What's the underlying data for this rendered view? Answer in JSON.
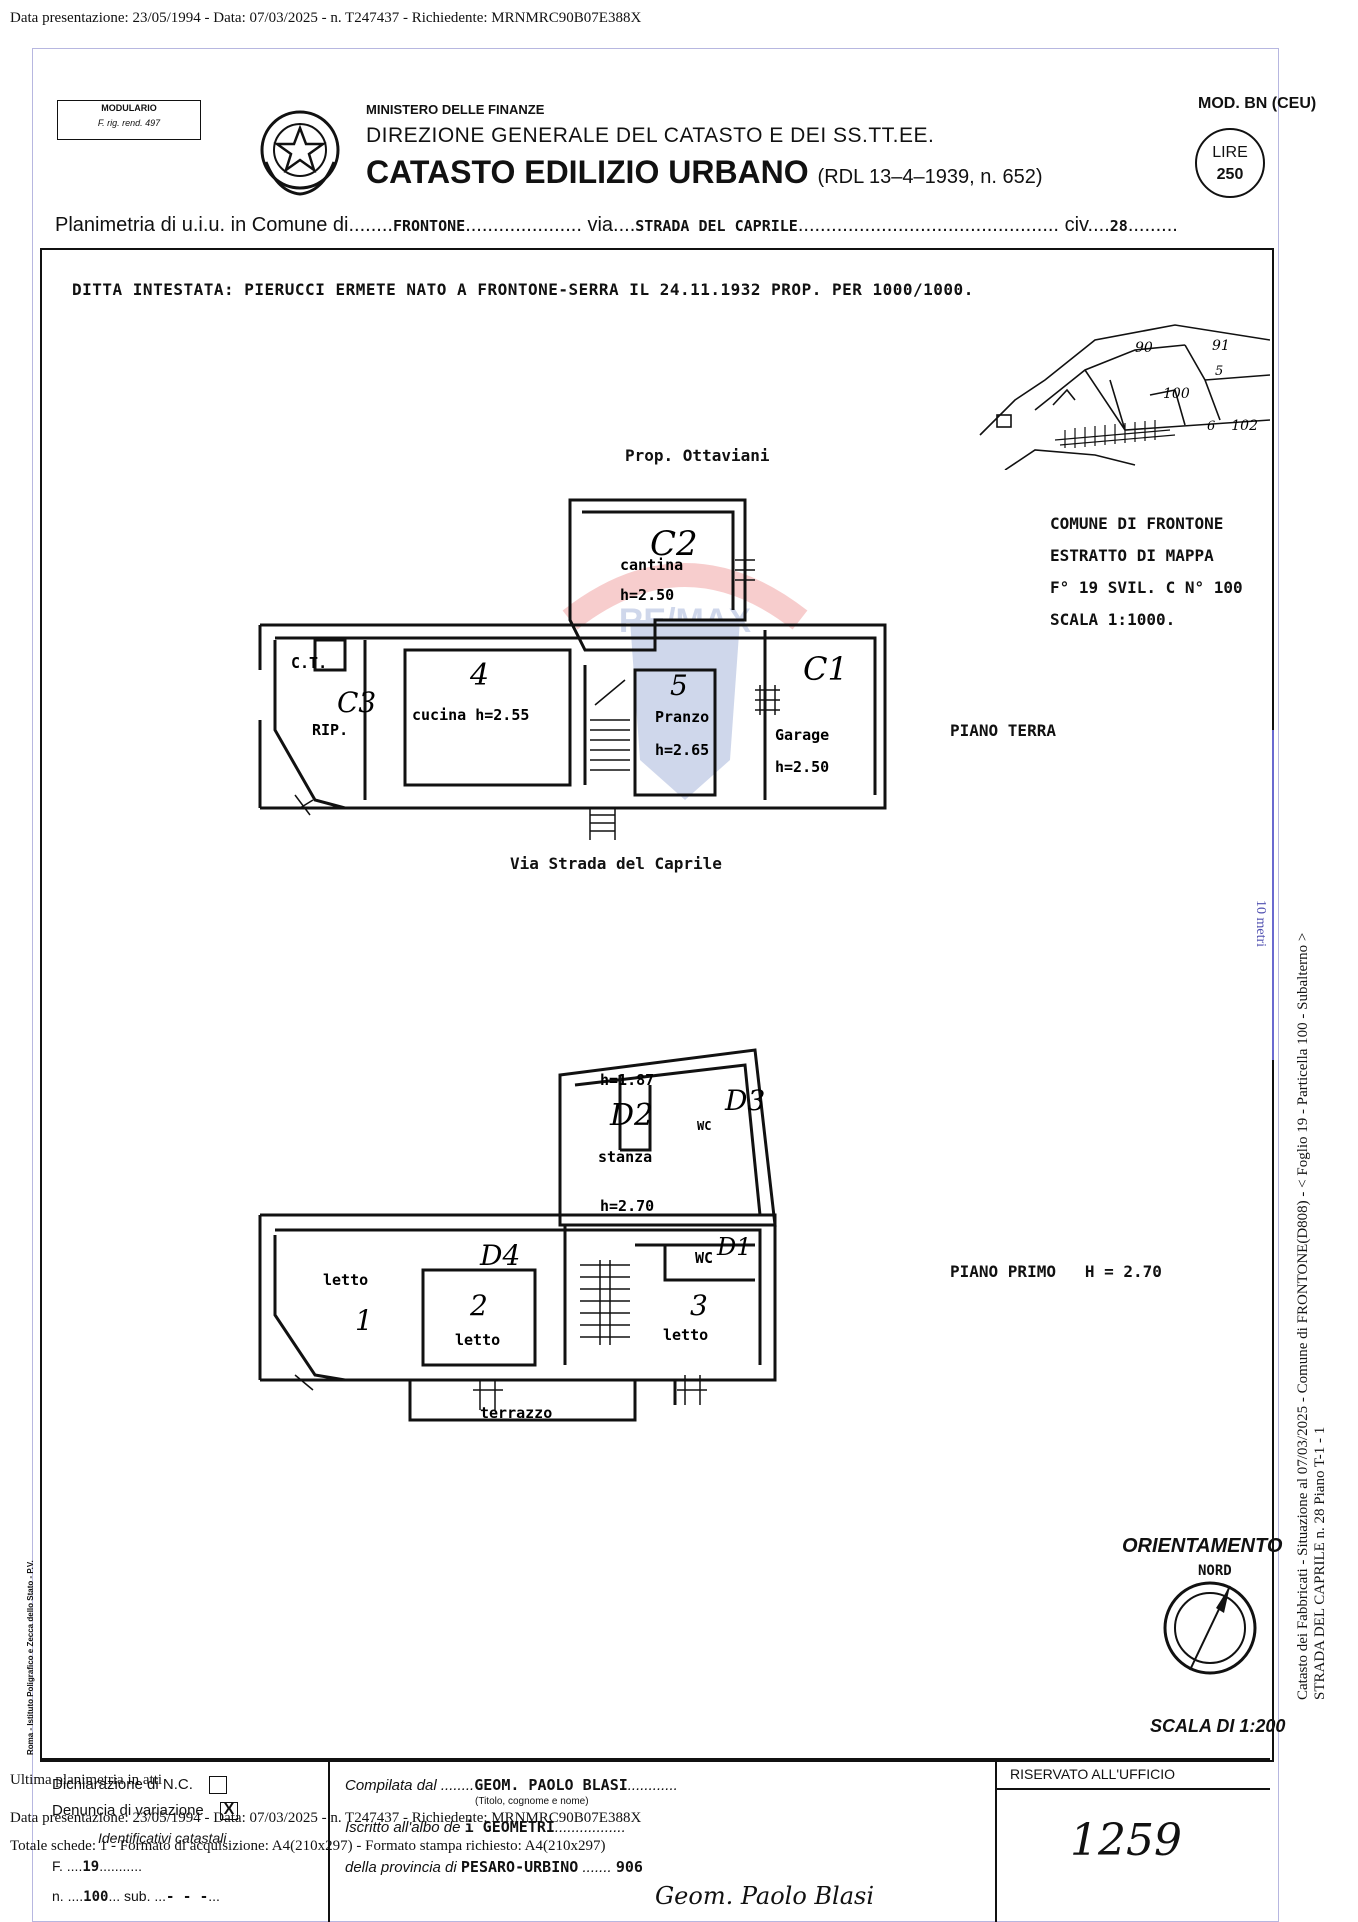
{
  "header_line": "Data presentazione: 23/05/1994 - Data: 07/03/2025 - n. T247437 - Richiedente: MRNMRC90B07E388X",
  "form": {
    "modulario_line1": "MODULARIO",
    "modulario_line2": "F. rig. rend. 497",
    "ministero": "MINISTERO DELLE FINANZE",
    "direzione": "DIREZIONE GENERALE DEL CATASTO E DEI SS.TT.EE.",
    "catasto": "CATASTO EDILIZIO URBANO",
    "rdl": "(RDL 13–4–1939, n. 652)",
    "mod": "MOD. BN (CEU)",
    "lire_label": "LIRE",
    "lire_value": "250"
  },
  "planimetria": {
    "prefix": "Planimetria di u.i.u. in Comune di",
    "comune": "FRONTONE",
    "via_label": "via",
    "via": "STRADA DEL CAPRILE",
    "civ_label": "civ.",
    "civ": "28"
  },
  "ditta": "DITTA INTESTATA: PIERUCCI ERMETE NATO A FRONTONE-SERRA IL 24.11.1932 PROP. PER 1000/1000.",
  "estratto": {
    "line1": "COMUNE DI FRONTONE",
    "line2": "ESTRATTO DI MAPPA",
    "line3": "F° 19 SVIL. C N° 100",
    "line4": "SCALA 1:1000.",
    "parcels": [
      "90",
      "91",
      "5",
      "100",
      "102",
      "6"
    ]
  },
  "piano_terra": {
    "label": "PIANO TERRA",
    "prop": "Prop. Ottaviani",
    "via": "Via Strada del Caprile",
    "rooms": {
      "cantina": "cantina",
      "cantina_h": "h=2.50",
      "cucina": "cucina h=2.55",
      "pranzo": "Pranzo",
      "pranzo_h": "h=2.65",
      "garage": "Garage",
      "garage_h": "h=2.50",
      "ct": "C.T.",
      "rip": "RIP."
    },
    "hand_marks": [
      "C2",
      "4",
      "5",
      "C1",
      "C3"
    ]
  },
  "piano_primo": {
    "label": "PIANO PRIMO   H = 2.70",
    "rooms": {
      "stanza": "stanza",
      "h_top": "h=1.87",
      "h_mid": "h=2.70",
      "wc1": "WC",
      "wc2": "WC",
      "letto1": "letto",
      "letto2": "letto",
      "letto3": "letto",
      "terrazzo": "terrazzo"
    },
    "hand_marks": [
      "D2",
      "D3",
      "D4",
      "2",
      "3",
      "1",
      "D1"
    ]
  },
  "orientamento": {
    "label": "ORIENTAMENTO",
    "nord": "NORD",
    "scala": "SCALA DI 1:200"
  },
  "scale_bar_label": "10 metri",
  "side_text": {
    "line1": "Catasto dei Fabbricati - Situazione al 07/03/2025 - Comune di FRONTONE(D808) - < Foglio 19 - Particella 100 - Subalterno >",
    "line2": "STRADA DEL CAPRILE n. 28 Piano T-1 - 1"
  },
  "printer": "Roma - Istituto Poligrafico e Zecca dello Stato - P.V.",
  "bottom": {
    "dichiarazione": "Dichiarazione di N.C.",
    "denuncia": "Denuncia di variazione",
    "denuncia_checked": "X",
    "identificativi": "Identificativi catastali",
    "f_label": "F.",
    "f_value": "19",
    "n_label": "n.",
    "n_value": "100",
    "sub_label": "sub.",
    "sub_value": "- - -",
    "compilata": "Compilata dal",
    "compilata_value": "GEOM. PAOLO BLASI",
    "titolo": "(Titolo, cognome e nome)",
    "iscritto": "Iscritto all'albo de",
    "iscritto_value": "i GEOMETRI",
    "provincia": "della provincia di",
    "provincia_value": "PESARO-URBINO",
    "provincia_num": "906",
    "signature": "Geom. Paolo Blasi",
    "riservato": "RISERVATO ALL'UFFICIO",
    "ufficio_num": "1259"
  },
  "footer": {
    "line1": "Ultima planimetria in atti",
    "line2": "Data presentazione: 23/05/1994 - Data: 07/03/2025 - n. T247437 - Richiedente: MRNMRC90B07E388X",
    "line3": "Totale schede: 1 - Formato di acquisizione: A4(210x297) - Formato stampa richiesto: A4(210x297)"
  }
}
